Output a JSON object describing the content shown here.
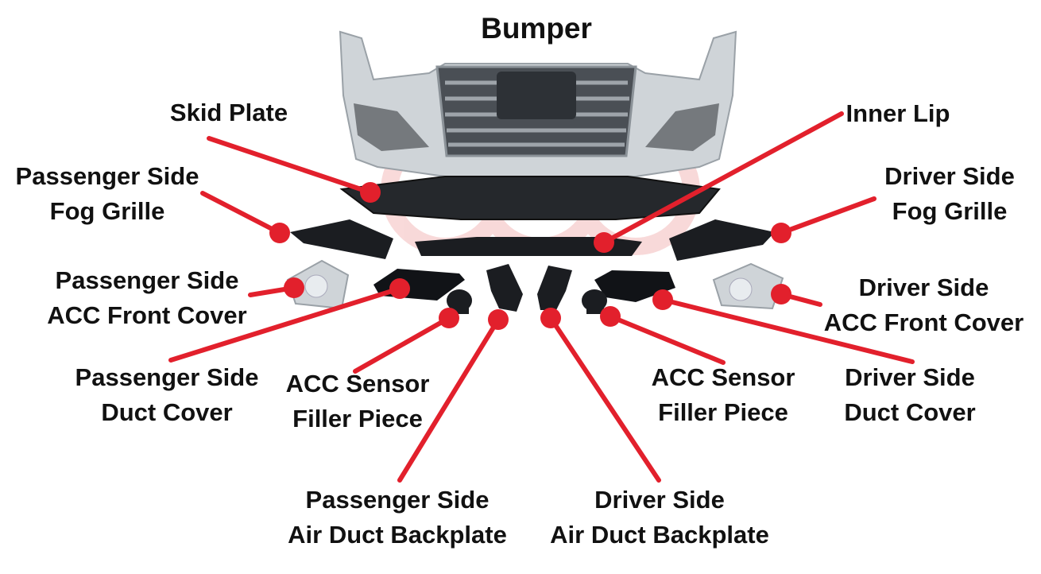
{
  "title": "Bumper",
  "colors": {
    "leader": "#e2202c",
    "text": "#111111",
    "bumper": "#cfd4d8",
    "plastic": "#1b1d21"
  },
  "labels": {
    "skid_plate": [
      "Skid Plate"
    ],
    "inner_lip": [
      "Inner Lip"
    ],
    "passenger_fog_grille": [
      "Passenger Side",
      "Fog Grille"
    ],
    "driver_fog_grille": [
      "Driver Side",
      "Fog Grille"
    ],
    "passenger_acc_front_cover": [
      "Passenger Side",
      "ACC Front Cover"
    ],
    "driver_acc_front_cover": [
      "Driver Side",
      "ACC Front Cover"
    ],
    "passenger_duct_cover": [
      "Passenger Side",
      "Duct Cover"
    ],
    "driver_duct_cover": [
      "Driver Side",
      "Duct Cover"
    ],
    "acc_sensor_filler_left": [
      "ACC Sensor",
      "Filler Piece"
    ],
    "acc_sensor_filler_right": [
      "ACC Sensor",
      "Filler Piece"
    ],
    "passenger_air_duct_backplate": [
      "Passenger Side",
      "Air Duct Backplate"
    ],
    "driver_air_duct_backplate": [
      "Driver Side",
      "Air Duct Backplate"
    ]
  }
}
